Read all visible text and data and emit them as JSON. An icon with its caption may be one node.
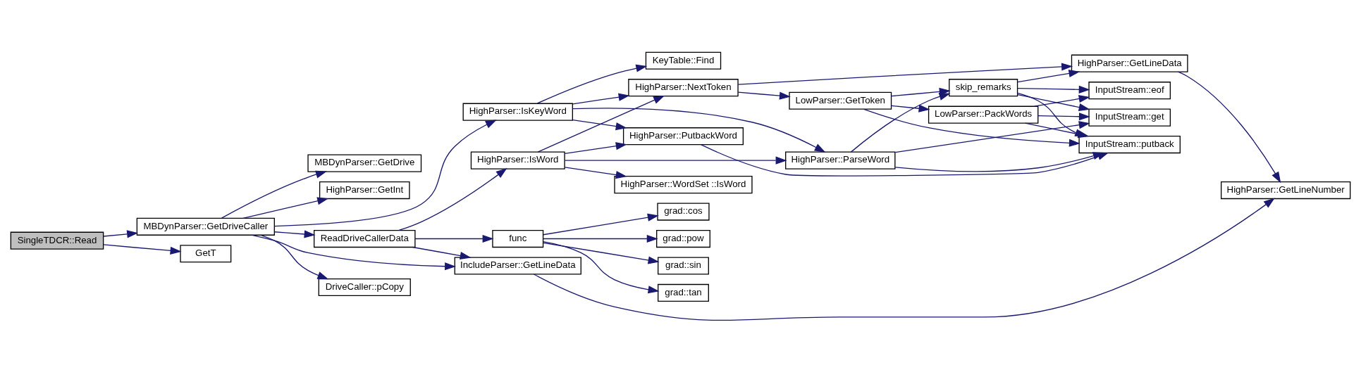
{
  "diagram": {
    "nodes": [
      {
        "text": [
          "SingleTDCR::Read"
        ]
      },
      {
        "text": [
          "MBDynParser::GetDriveCaller"
        ]
      },
      {
        "text": [
          "GetT"
        ]
      },
      {
        "text": [
          "MBDynParser::GetDrive"
        ]
      },
      {
        "text": [
          "HighParser::GetInt"
        ]
      },
      {
        "text": [
          "HighParser::IsKeyWord"
        ]
      },
      {
        "text": [
          "ReadDriveCallerData"
        ]
      },
      {
        "text": [
          "IncludeParser::GetLineData"
        ]
      },
      {
        "text": [
          "DriveCaller::pCopy"
        ]
      },
      {
        "text": [
          "HighParser::IsWord"
        ]
      },
      {
        "text": [
          "func"
        ]
      },
      {
        "text": [
          "KeyTable::Find"
        ]
      },
      {
        "text": [
          "HighParser::NextToken"
        ]
      },
      {
        "text": [
          "HighParser::PutbackWord"
        ]
      },
      {
        "text": [
          "HighParser::WordSet ::IsWord"
        ]
      },
      {
        "text": [
          "grad::sin"
        ]
      },
      {
        "text": [
          "grad::tan"
        ]
      },
      {
        "text": [
          "grad::cos"
        ]
      },
      {
        "text": [
          "grad::pow"
        ]
      },
      {
        "text": [
          "HighParser::ParseWord"
        ]
      },
      {
        "text": [
          "LowParser::GetToken"
        ]
      },
      {
        "text": [
          "skip_remarks"
        ]
      },
      {
        "text": [
          "LowParser::PackWords"
        ]
      },
      {
        "text": [
          "HighParser::GetLineData"
        ]
      },
      {
        "text": [
          "InputStream::get"
        ]
      },
      {
        "text": [
          "InputStream::eof"
        ]
      },
      {
        "text": [
          "InputStream::putback"
        ]
      },
      {
        "text": [
          "HighParser::GetLineNumber"
        ]
      }
    ],
    "edges": [
      {
        "from": 0,
        "to": 1,
        "arrow": "to"
      },
      {
        "from": 0,
        "to": 2,
        "arrow": "to"
      },
      {
        "from": 1,
        "to": 3,
        "arrow": "to"
      },
      {
        "from": 1,
        "to": 4,
        "arrow": "to"
      },
      {
        "from": 1,
        "to": 5,
        "arrow": "to"
      },
      {
        "from": 1,
        "to": 6,
        "arrow": "to"
      },
      {
        "from": 1,
        "to": 7,
        "arrow": "to"
      },
      {
        "from": 1,
        "to": 8,
        "arrow": "to"
      },
      {
        "from": 6,
        "to": 9,
        "arrow": "to"
      },
      {
        "from": 6,
        "to": 10,
        "arrow": "to"
      },
      {
        "from": 6,
        "to": 7,
        "arrow": "to"
      },
      {
        "from": 5,
        "to": 11,
        "arrow": "to"
      },
      {
        "from": 5,
        "to": 12,
        "arrow": "to"
      },
      {
        "from": 5,
        "to": 13,
        "arrow": "to"
      },
      {
        "from": 5,
        "to": 19,
        "arrow": "to"
      },
      {
        "from": 9,
        "to": 12,
        "arrow": "to"
      },
      {
        "from": 9,
        "to": 13,
        "arrow": "to"
      },
      {
        "from": 9,
        "to": 19,
        "arrow": "to"
      },
      {
        "from": 9,
        "to": 14,
        "arrow": "to"
      },
      {
        "from": 10,
        "to": 15,
        "arrow": "to"
      },
      {
        "from": 10,
        "to": 16,
        "arrow": "to"
      },
      {
        "from": 10,
        "to": 17,
        "arrow": "to"
      },
      {
        "from": 10,
        "to": 18,
        "arrow": "to"
      },
      {
        "from": 7,
        "to": 27,
        "arrow": "to"
      },
      {
        "from": 12,
        "to": 23,
        "arrow": "to"
      },
      {
        "from": 12,
        "to": 20,
        "arrow": "to"
      },
      {
        "from": 13,
        "to": 26,
        "arrow": "to"
      },
      {
        "from": 19,
        "to": 21,
        "arrow": "to"
      },
      {
        "from": 19,
        "to": 24,
        "arrow": "to"
      },
      {
        "from": 19,
        "to": 26,
        "arrow": "to"
      },
      {
        "from": 20,
        "to": 21,
        "arrow": "to"
      },
      {
        "from": 20,
        "to": 22,
        "arrow": "to"
      },
      {
        "from": 20,
        "to": 26,
        "arrow": "to"
      },
      {
        "from": 21,
        "to": 23,
        "arrow": "to"
      },
      {
        "from": 21,
        "to": 24,
        "arrow": "to"
      },
      {
        "from": 21,
        "to": 25,
        "arrow": "to"
      },
      {
        "from": 21,
        "to": 26,
        "arrow": "to"
      },
      {
        "from": 22,
        "to": 24,
        "arrow": "to"
      },
      {
        "from": 22,
        "to": 25,
        "arrow": "to"
      },
      {
        "from": 22,
        "to": 26,
        "arrow": "to"
      },
      {
        "from": 23,
        "to": 27,
        "arrow": "to"
      }
    ]
  }
}
